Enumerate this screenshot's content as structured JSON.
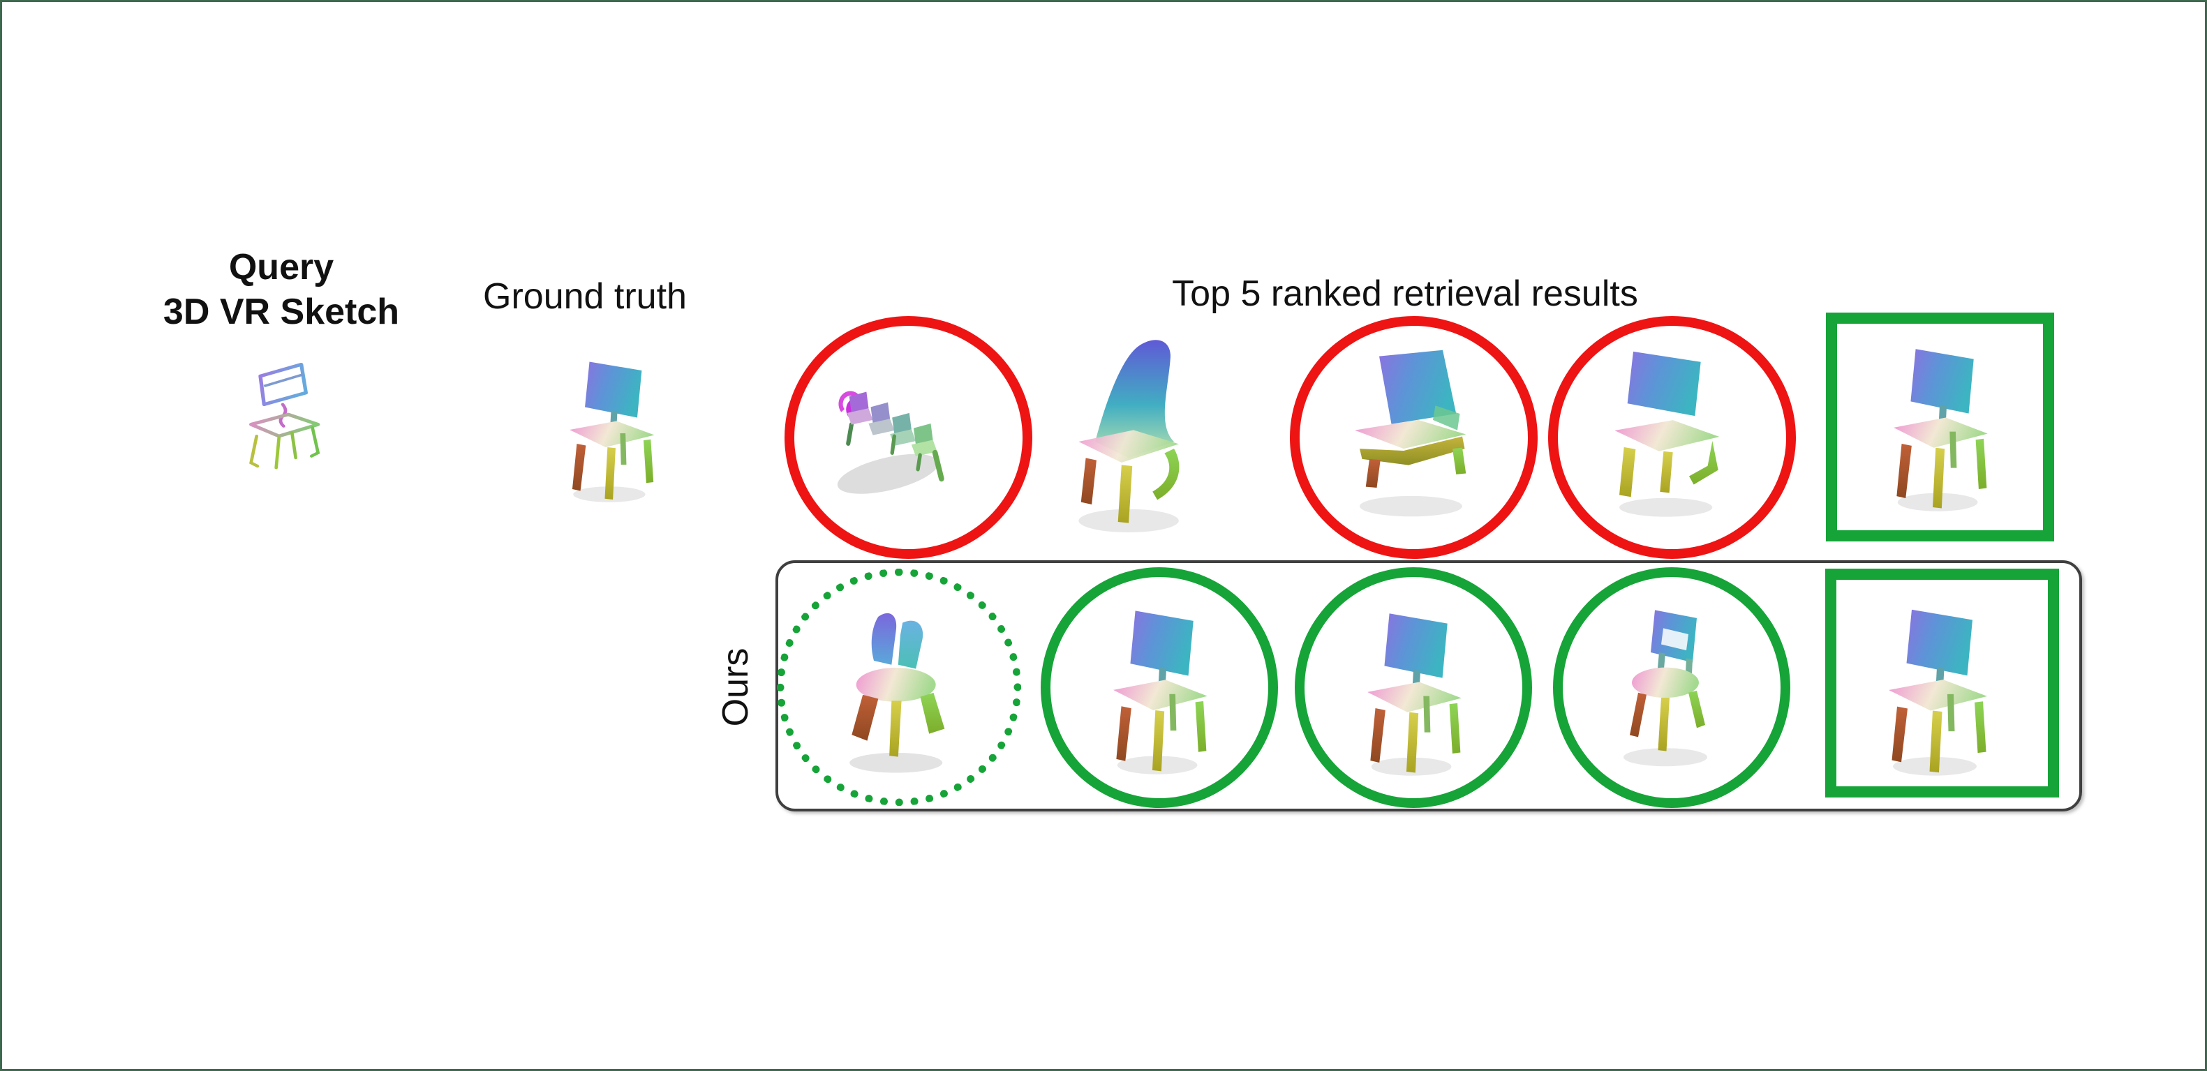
{
  "figure": {
    "description": "3D VR sketch based shape retrieval qualitative comparison figure",
    "frame_border_color": "#3e6b50",
    "background": "#ffffff"
  },
  "labels": {
    "query_line1": "Query",
    "query_line2": "3D VR Sketch",
    "ground_truth": "Ground truth",
    "results_header": "Top 5 ranked retrieval results",
    "ours": "Ours"
  },
  "colors": {
    "incorrect_marker": "#ee1414",
    "correct_marker": "#16a438",
    "row_box_border": "#3f3f3f"
  },
  "query": {
    "object": "colorful-wireframe-chair-sketch"
  },
  "ground_truth": {
    "object": "rainbow-point-cloud-chair"
  },
  "rows": {
    "baseline": {
      "items": [
        {
          "rank": 1,
          "object": "row-of-connected-seats",
          "marker": "red-circle",
          "correct": false
        },
        {
          "rank": 2,
          "object": "lounge-chair",
          "marker": "none",
          "correct": false
        },
        {
          "rank": 3,
          "object": "chair-with-thick-messy-back",
          "marker": "red-circle",
          "correct": false
        },
        {
          "rank": 4,
          "object": "chair-with-sled-base",
          "marker": "red-circle",
          "correct": false
        },
        {
          "rank": 5,
          "object": "chair-matching-ground-truth",
          "marker": "green-square",
          "correct": true
        }
      ]
    },
    "ours": {
      "items": [
        {
          "rank": 1,
          "object": "chair-with-split-back-and-round-seat",
          "marker": "green-dotted-circle",
          "correct": true
        },
        {
          "rank": 2,
          "object": "chair-similar-to-ground-truth",
          "marker": "green-circle",
          "correct": true
        },
        {
          "rank": 3,
          "object": "chair-similar-to-ground-truth",
          "marker": "green-circle",
          "correct": true
        },
        {
          "rank": 4,
          "object": "chair-with-round-seat",
          "marker": "green-circle",
          "correct": true
        },
        {
          "rank": 5,
          "object": "chair-matching-ground-truth",
          "marker": "green-square",
          "correct": true
        }
      ]
    }
  }
}
